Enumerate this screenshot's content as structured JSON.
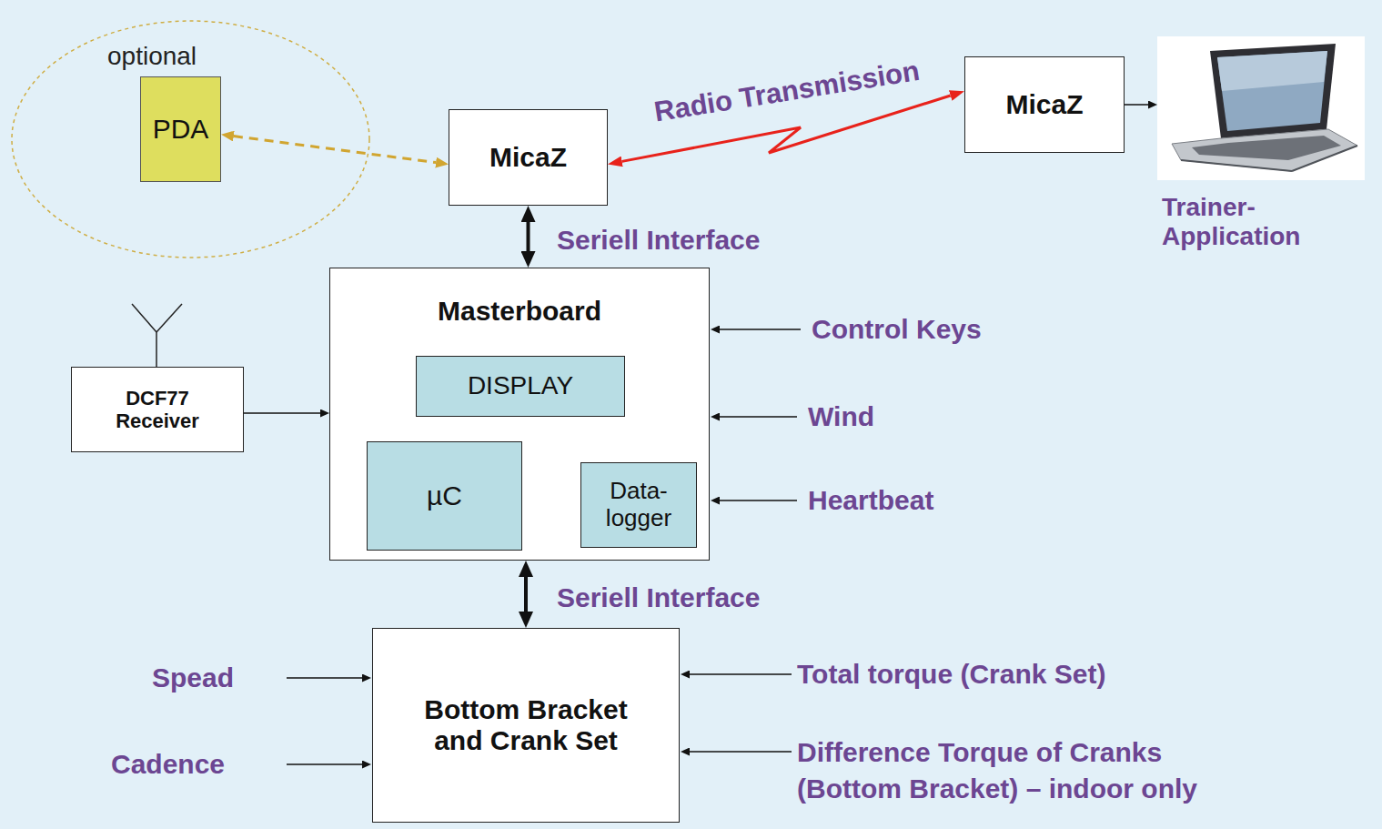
{
  "diagram": {
    "nodes": [
      {
        "text": [
          "optional"
        ]
      },
      {
        "text": [
          "PDA"
        ],
        "in": 0
      },
      {
        "text": [
          "MicaZ"
        ]
      },
      {
        "text": [
          "MicaZ"
        ]
      },
      {
        "text": [
          "Trainer- Application"
        ]
      },
      {
        "text": [
          "Masterboard"
        ]
      },
      {
        "text": [
          "DISPLAY"
        ],
        "in": 5
      },
      {
        "text": [
          "µC"
        ],
        "in": 5
      },
      {
        "text": [
          "Data- logger"
        ],
        "in": 5
      },
      {
        "text": [
          "DCF77 Receiver"
        ]
      },
      {
        "text": [
          "Bottom Bracket and Crank Set"
        ]
      }
    ],
    "edges": [
      {
        "from": 1,
        "to": 2,
        "arrow": "both"
      },
      {
        "from": 2,
        "to": 3,
        "label": "Radio Transmission",
        "arrow": "both"
      },
      {
        "from": 3,
        "to": 4,
        "arrow": "to"
      },
      {
        "from": 2,
        "to": 5,
        "label": "Seriell Interface",
        "arrow": "both"
      },
      {
        "from": 7,
        "to": 6,
        "arrow": "to"
      },
      {
        "from": 7,
        "to": 8,
        "arrow": "both"
      },
      {
        "from": 9,
        "to": 5,
        "arrow": "to"
      },
      {
        "from": 5,
        "to": 10,
        "label": "Seriell Interface",
        "arrow": "both"
      }
    ],
    "labels": [
      "Control Keys",
      "Wind",
      "Heartbeat",
      "Spead",
      "Cadence",
      "Total torque (Crank Set)",
      "Difference Torque of Cranks (Bottom Bracket) – indoor only"
    ]
  }
}
